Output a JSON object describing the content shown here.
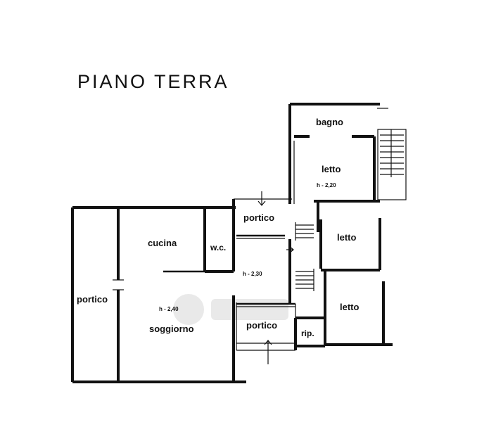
{
  "title": "PIANO TERRA",
  "rooms": {
    "bagno": "bagno",
    "letto_top": "letto",
    "letto_top_h": "h - 2,20",
    "portico_top": "portico",
    "letto_mid": "letto",
    "cucina": "cucina",
    "wc": "w.c.",
    "hall_h": "h - 2,30",
    "portico_left": "portico",
    "soggiorno_h": "h - 2,40",
    "letto_bottom": "letto",
    "soggiorno": "soggiorno",
    "portico_bottom": "portico",
    "rip": "rip."
  },
  "colors": {
    "ink": "#111111",
    "paper": "#ffffff"
  }
}
